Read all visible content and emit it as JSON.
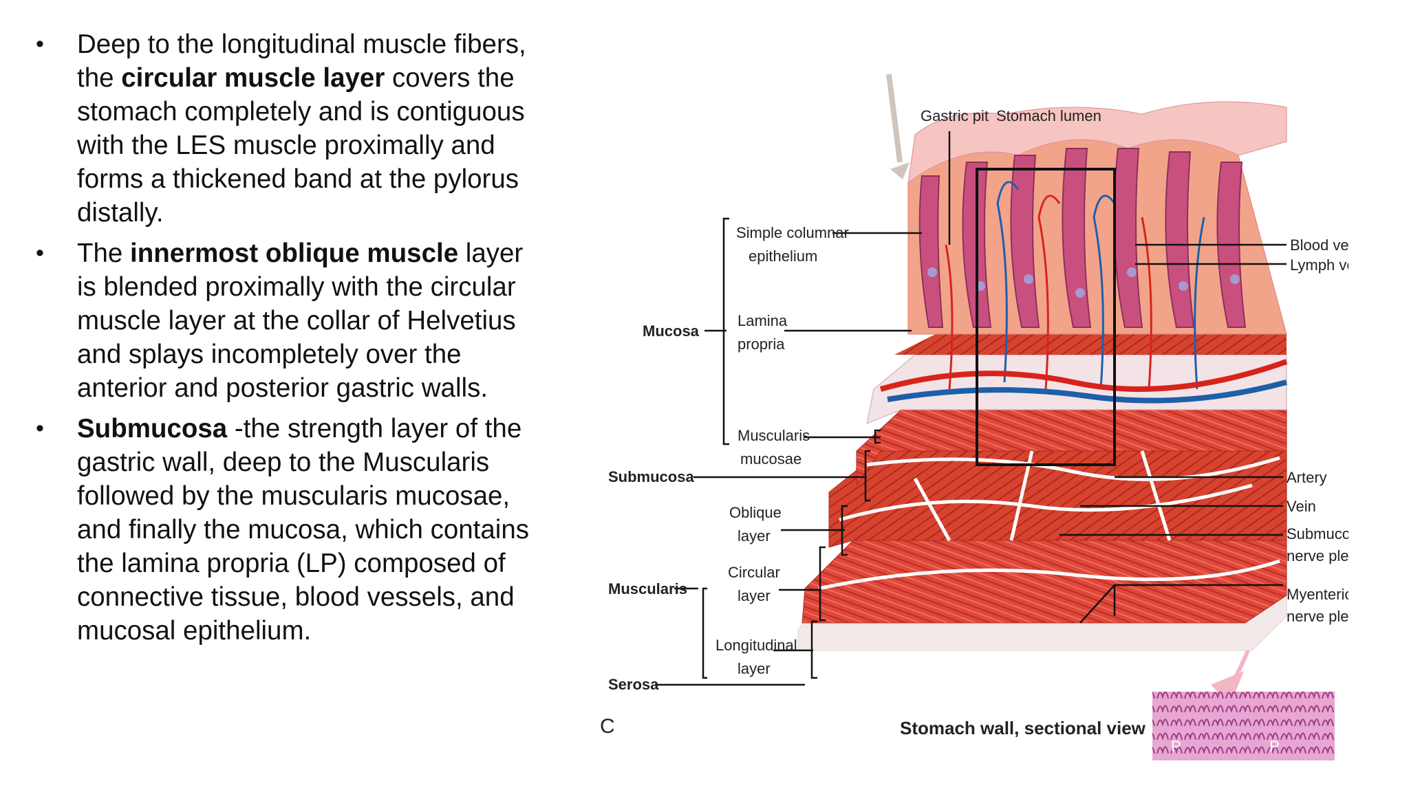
{
  "bullets": [
    {
      "pre": "Deep to the longitudinal muscle fibers, the ",
      "bold": "circular muscle layer",
      "post": " covers the stomach completely and is contiguous with the LES muscle proximally and forms a thickened band at the pylorus distally."
    },
    {
      "pre": "The ",
      "bold": "innermost oblique muscle",
      "post": " layer is blended proximally with the circular muscle layer at the collar of Helvetius and splays incompletely over the anterior and posterior gastric walls."
    },
    {
      "pre": "",
      "bold": "Submucosa",
      "post": " -the strength layer of the gastric wall, deep to the Muscularis followed by the muscularis mucosae, and finally the mucosa, which contains the lamina propria (LP) composed of connective tissue, blood vessels, and mucosal epithelium."
    }
  ],
  "figure": {
    "panel_letter": "C",
    "caption": "Stomach wall, sectional view",
    "top_labels": {
      "pit": "Gastric pit",
      "lumen": "Stomach lumen"
    },
    "left_groups": {
      "mucosa": "Mucosa",
      "submucosa": "Submucosa",
      "muscularis": "Muscularis",
      "serosa": "Serosa"
    },
    "left_sub": {
      "epi1": "Simple columnar",
      "epi2": "epithelium",
      "lp1": "Lamina",
      "lp2": "propria",
      "mm1": "Muscularis",
      "mm2": "mucosae",
      "obl1": "Oblique",
      "obl2": "layer",
      "circ1": "Circular",
      "circ2": "layer",
      "long1": "Longitudinal",
      "long2": "layer"
    },
    "right_labels": {
      "blood": "Blood vessel",
      "lymph": "Lymph vessel",
      "artery": "Artery",
      "vein": "Vein",
      "smp1": "Submucosal",
      "smp2": "nerve plexus",
      "myp1": "Myenteric",
      "myp2": "nerve plexus"
    },
    "inset_marks": [
      "P",
      "P"
    ],
    "colors": {
      "muscle": "#e04a3c",
      "mucosa": "#f2a48a",
      "epithelium": "#c9507e",
      "artery": "#d6241c",
      "vein": "#1e5fa8",
      "inset": "#c06aa8",
      "arrow": "#f2b6c4"
    }
  }
}
